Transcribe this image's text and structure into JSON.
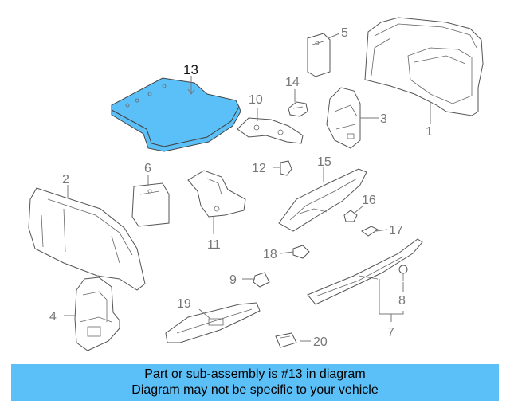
{
  "colors": {
    "banner_bg": "#5bc0f8",
    "highlight_fill": "#5bc0f8",
    "line": "#555555",
    "callout_text": "#777777"
  },
  "callouts": {
    "c1": "1",
    "c2": "2",
    "c3": "3",
    "c4": "4",
    "c5": "5",
    "c6": "6",
    "c7": "7",
    "c8": "8",
    "c9": "9",
    "c10": "10",
    "c11": "11",
    "c12": "12",
    "c13": "13",
    "c14": "14",
    "c15": "15",
    "c16": "16",
    "c17": "17",
    "c18": "18",
    "c19": "19",
    "c20": "20"
  },
  "banner": {
    "line1": "Part or sub-assembly is #13 in diagram",
    "line2": "Diagram may not be specific to your vehicle"
  }
}
